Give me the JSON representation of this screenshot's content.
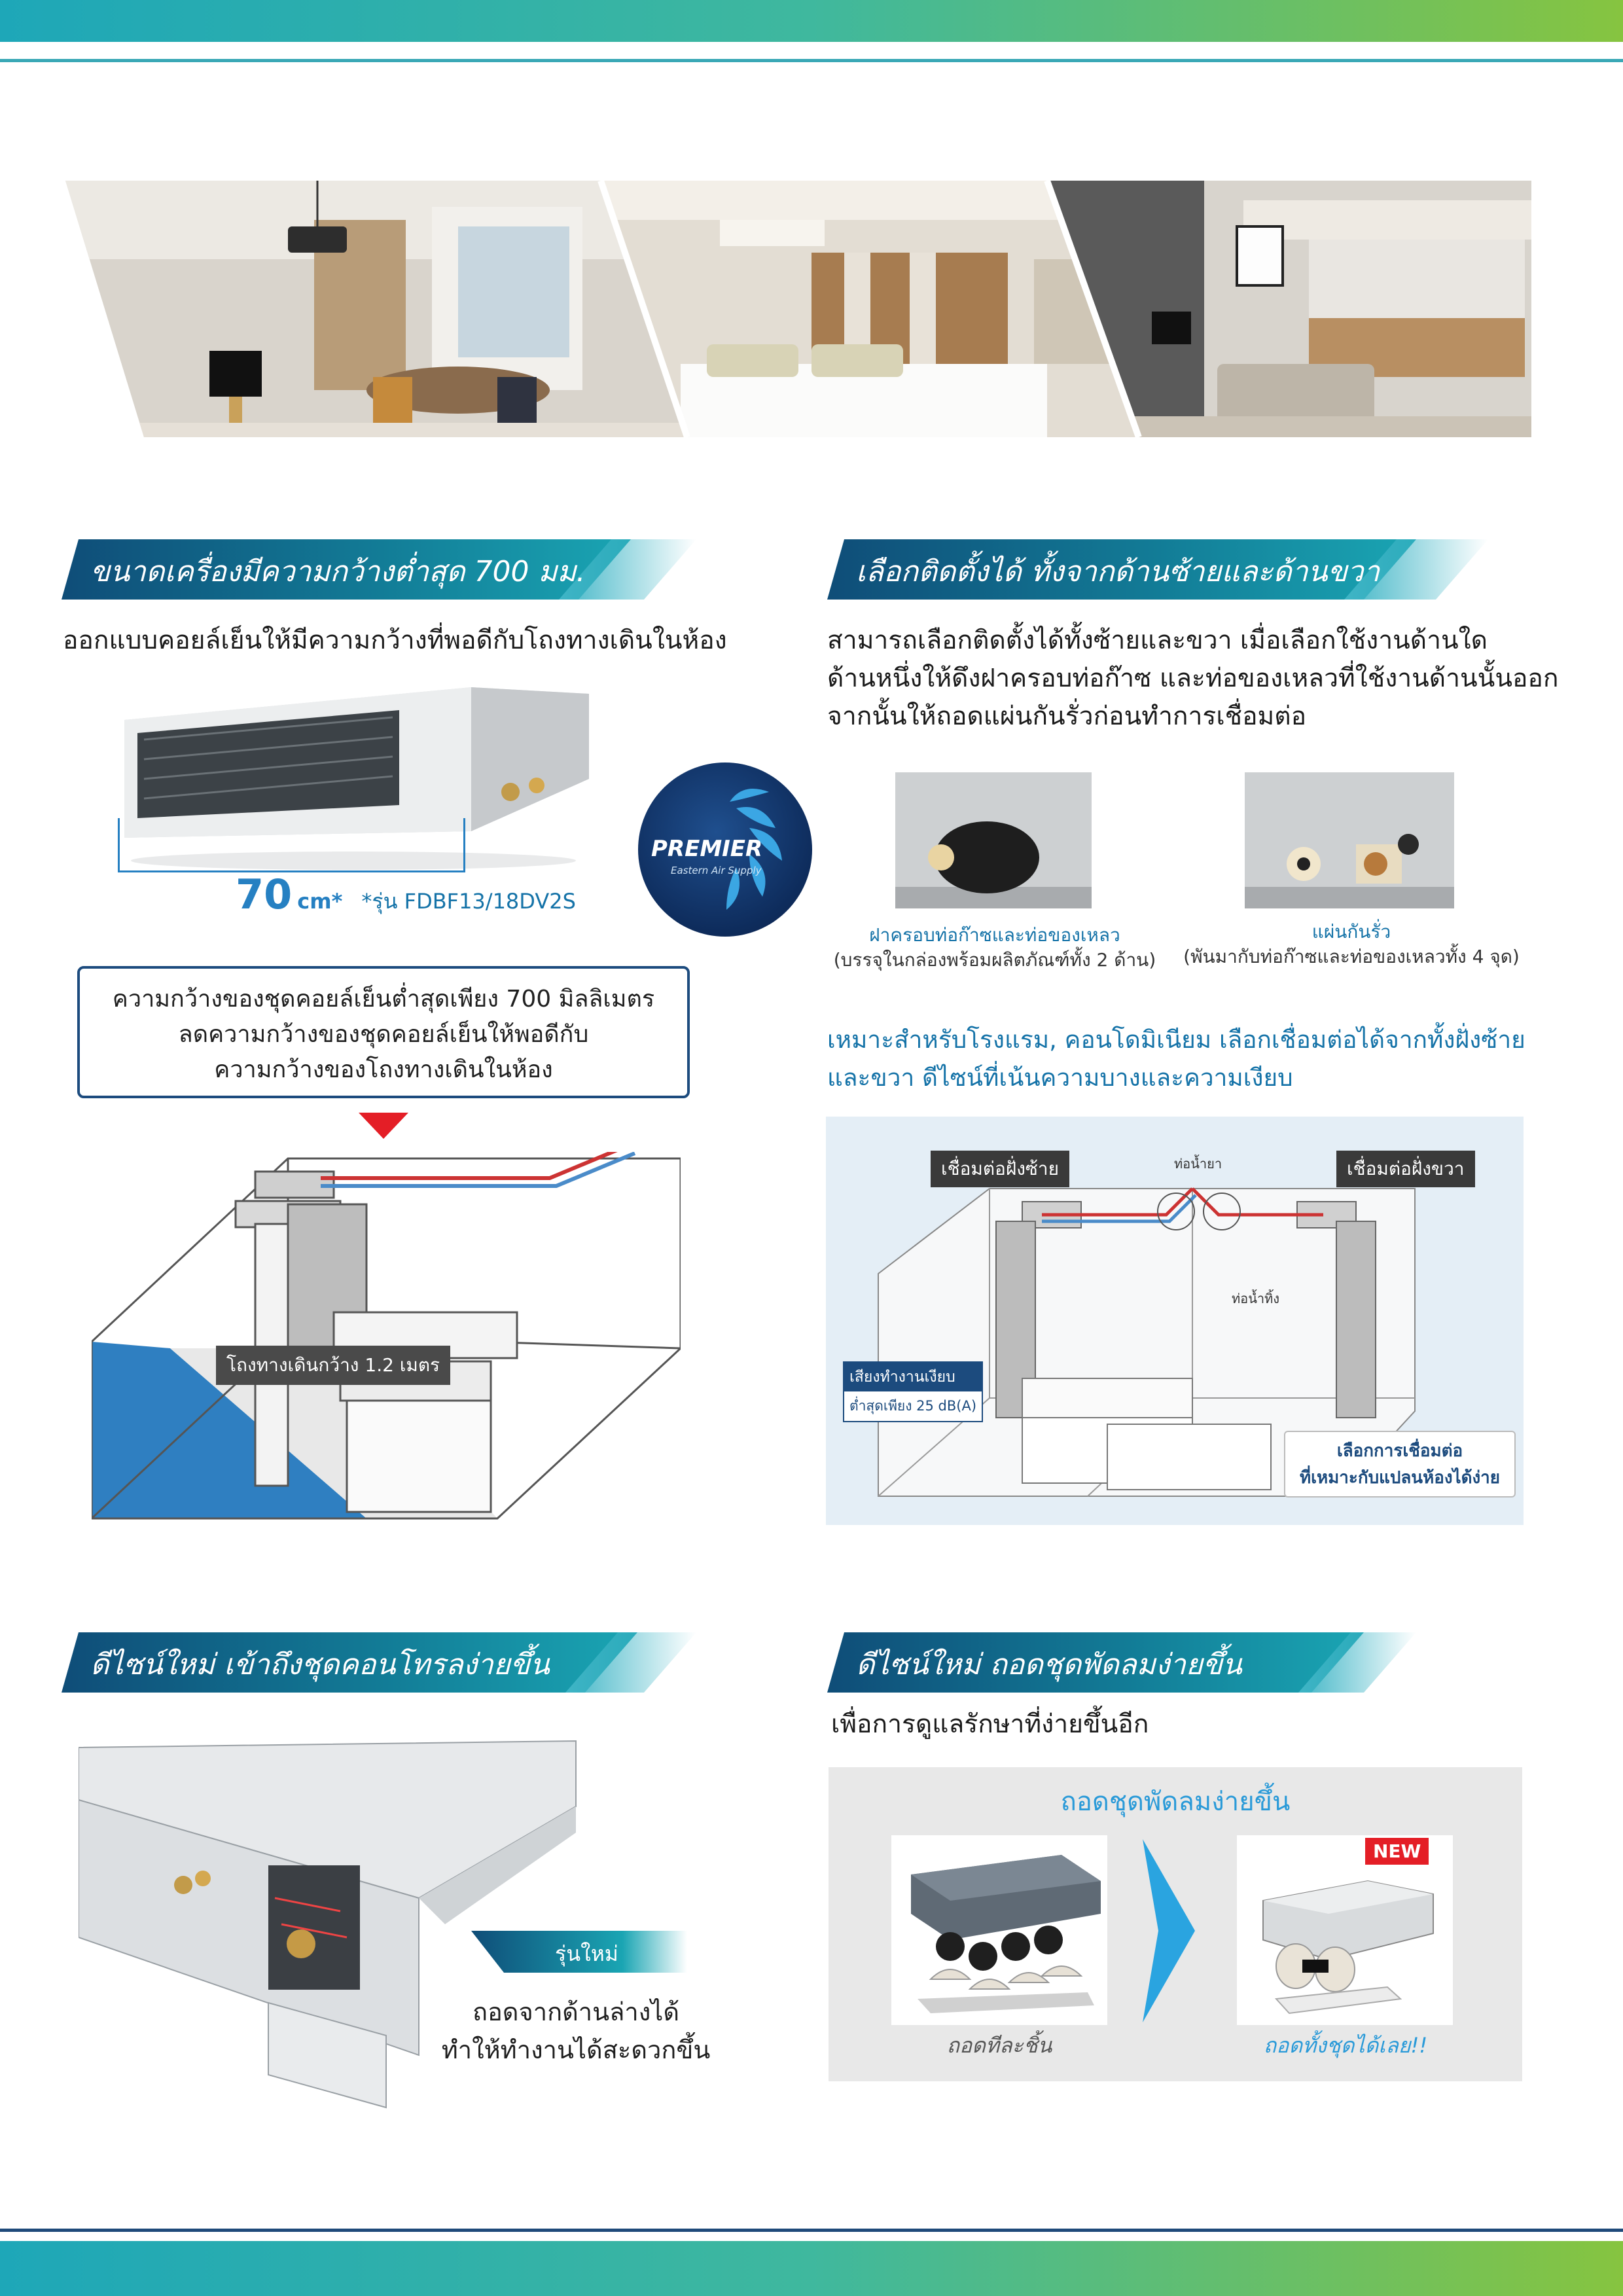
{
  "colors": {
    "accent_teal": "#1ea7b8",
    "accent_green": "#86c440",
    "banner_dark": "#0f4d78",
    "link_blue": "#1573a8",
    "highlight_blue": "#2680c2",
    "badge_red": "#e41e26"
  },
  "header_photos": [
    "dining-room-photo",
    "bedroom-photo",
    "living-room-photo"
  ],
  "section_width": {
    "title": "ขนาดเครื่องมีความกว้างต่ำสุด 700 มม.",
    "intro": "ออกแบบคอยล์เย็นให้มีความกว้างที่พอดีกับโถงทางเดินในห้อง",
    "dimension_value": "70",
    "dimension_unit": "cm*",
    "model_note": "*รุ่น FDBF13/18DV2S",
    "logo_text": "PREMIER",
    "logo_subtext": "Eastern Air Supply",
    "callout_lines": [
      "ความกว้างของชุดคอยล์เย็นต่ำสุดเพียง 700 มิลลิเมตร",
      "ลดความกว้างของชุดคอยล์เย็นให้พอดีกับ",
      "ความกว้างของโถงทางเดินในห้อง"
    ],
    "corridor_label": "โถงทางเดินกว้าง 1.2 เมตร"
  },
  "section_install": {
    "title": "เลือกติดตั้งได้ ทั้งจากด้านซ้ายและด้านขวา",
    "intro_lines": [
      "สามารถเลือกติดตั้งได้ทั้งซ้ายและขวา เมื่อเลือกใช้งานด้านใด",
      "ด้านหนึ่งให้ดึงฝาครอบท่อก๊าซ และท่อของเหลวที่ใช้งานด้านนั้นออก",
      "จากนั้นให้ถอดแผ่นกันรั่วก่อนทำการเชื่อมต่อ"
    ],
    "cap_left_title": "ฝาครอบท่อก๊าซและท่อของเหลว",
    "cap_left_sub": "(บรรจุในกล่องพร้อมผลิตภัณฑ์ทั้ง 2 ด้าน)",
    "cap_right_title": "แผ่นกันรั่ว",
    "cap_right_sub": "(พันมากับท่อก๊าซและท่อของเหลวทั้ง 4 จุด)",
    "highlight_lines": [
      "เหมาะสำหรับโรงแรม, คอนโดมิเนียม เลือกเชื่อมต่อได้จากทั้งฝั่งซ้าย",
      "และขวา ดีไซน์ที่เน้นความบางและความเงียบ"
    ],
    "diagram": {
      "left_tag": "เชื่อมต่อฝั่งซ้าย",
      "right_tag": "เชื่อมต่อฝั่งขวา",
      "pipe_label": "ท่อน้ำยา",
      "drain_label": "ท่อน้ำทิ้ง",
      "noise_title": "เสียงทำงานเงียบ",
      "noise_value": "ต่ำสุดเพียง 25 dB(A)",
      "select_line1": "เลือกการเชื่อมต่อ",
      "select_line2": "ที่เหมาะกับแปลนห้องได้ง่าย"
    }
  },
  "section_control": {
    "title": "ดีไซน์ใหม่ เข้าถึงชุดคอนโทรลง่ายขึ้น",
    "new_model_tag": "รุ่นใหม่",
    "desc_lines": [
      "ถอดจากด้านล่างได้",
      "ทำให้ทำงานได้สะดวกขึ้น"
    ]
  },
  "section_fan": {
    "title": "ดีไซน์ใหม่ ถอดชุดพัดลมง่ายขึ้น",
    "intro": "เพื่อการดูแลรักษาที่ง่ายขึ้นอีก",
    "panel_title": "ถอดชุดพัดลมง่ายขึ้น",
    "new_badge": "NEW",
    "old_caption": "ถอดทีละชิ้น",
    "new_caption": "ถอดทั้งชุดได้เลย!!"
  }
}
